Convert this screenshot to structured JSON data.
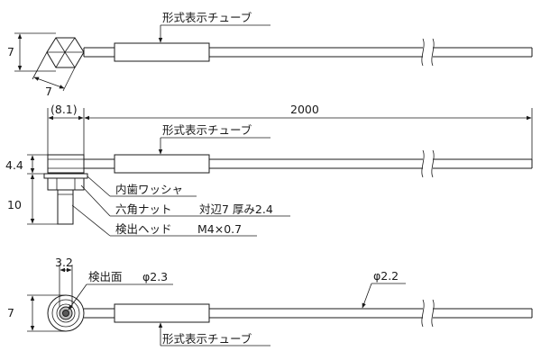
{
  "top_view": {
    "height_dim": "7",
    "width_dim": "7",
    "tube_label": "形式表示チューブ"
  },
  "side_view": {
    "offset_dim": "(8.1)",
    "length_dim": "2000",
    "tube_label": "形式表示チューブ",
    "upper_dim": "4.4",
    "lower_dim": "10",
    "callouts": [
      {
        "part": "内歯ワッシャ",
        "spec": ""
      },
      {
        "part": "六角ナット",
        "spec": "対辺7 厚み2.4"
      },
      {
        "part": "検出ヘッド",
        "spec": "M4×0.7"
      }
    ]
  },
  "front_view": {
    "small_dim": "3.2",
    "face_label": "検出面",
    "face_diameter": "φ2.3",
    "cable_diameter": "φ2.2",
    "height_dim": "7",
    "tube_label": "形式表示チューブ"
  }
}
